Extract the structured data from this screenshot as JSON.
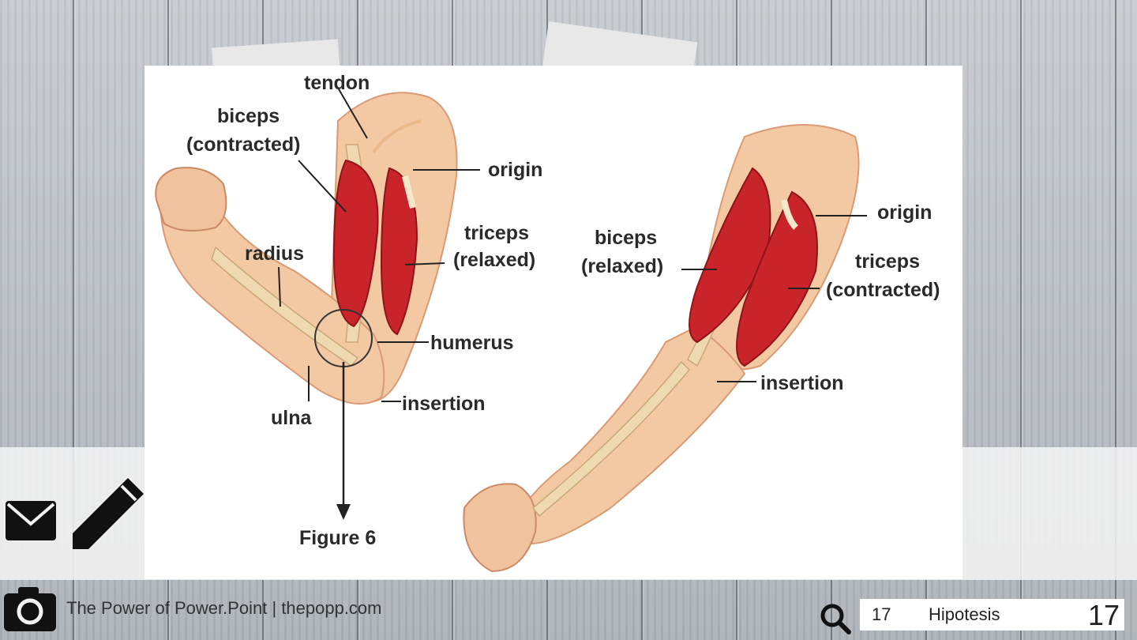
{
  "diagram": {
    "labels": {
      "tendon": "tendon",
      "biceps_contracted_1": "biceps",
      "biceps_contracted_2": "(contracted)",
      "origin_left": "origin",
      "radius": "radius",
      "triceps_relaxed_1": "triceps",
      "triceps_relaxed_2": "(relaxed)",
      "humerus": "humerus",
      "insertion_left": "insertion",
      "ulna": "ulna",
      "figure": "Figure 6",
      "biceps_relaxed_1": "biceps",
      "biceps_relaxed_2": "(relaxed)",
      "origin_right": "origin",
      "triceps_contracted_1": "triceps",
      "triceps_contracted_2": "(contracted)",
      "insertion_right": "insertion"
    }
  },
  "footer": {
    "credit": "The Power of Power.Point | thepopp.com",
    "slide_number_small": "17",
    "section_title": "Hipotesis",
    "slide_number_big": "17"
  },
  "icons": {
    "mail": "mail-icon",
    "pencil": "pencil-icon",
    "camera": "camera-icon",
    "search": "search-icon"
  },
  "colors": {
    "muscle": "#c8242a",
    "skin": "#f3c9a4",
    "bone": "#efd9b0"
  }
}
